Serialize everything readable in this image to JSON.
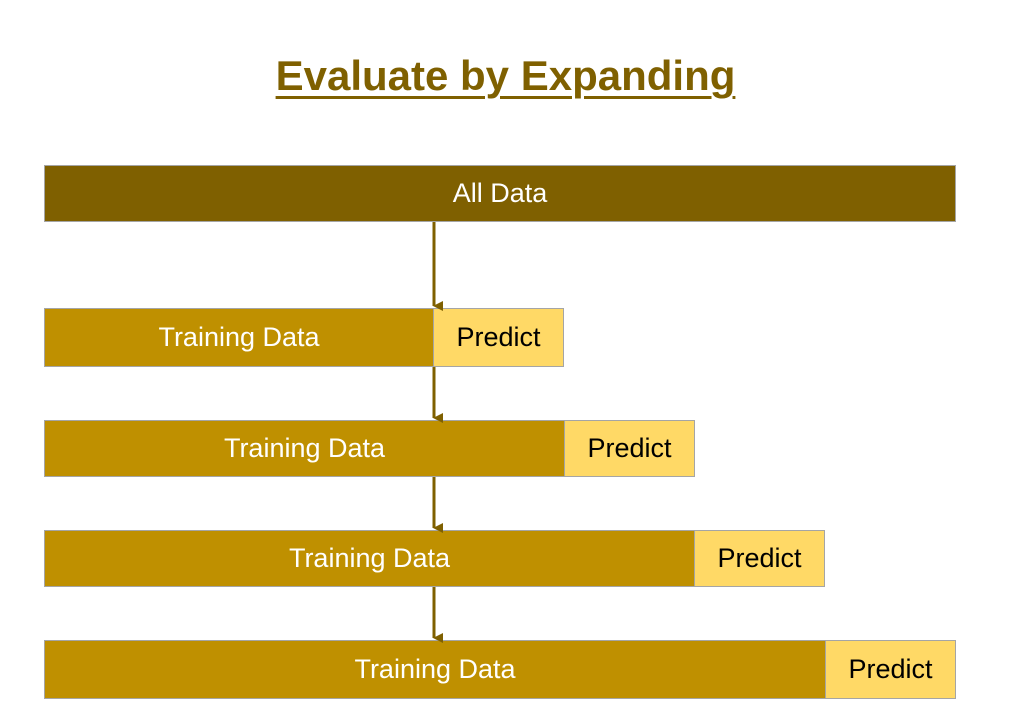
{
  "title": "Evaluate by Expanding",
  "all_data": {
    "label": "All Data"
  },
  "folds": [
    {
      "training_label": "Training Data",
      "predict_label": "Predict"
    },
    {
      "training_label": "Training Data",
      "predict_label": "Predict"
    },
    {
      "training_label": "Training Data",
      "predict_label": "Predict"
    },
    {
      "training_label": "Training Data",
      "predict_label": "Predict"
    }
  ],
  "colors": {
    "all_data": "#7f6000",
    "training": "#bf9000",
    "predict": "#ffd966",
    "arrow": "#7f6000"
  }
}
